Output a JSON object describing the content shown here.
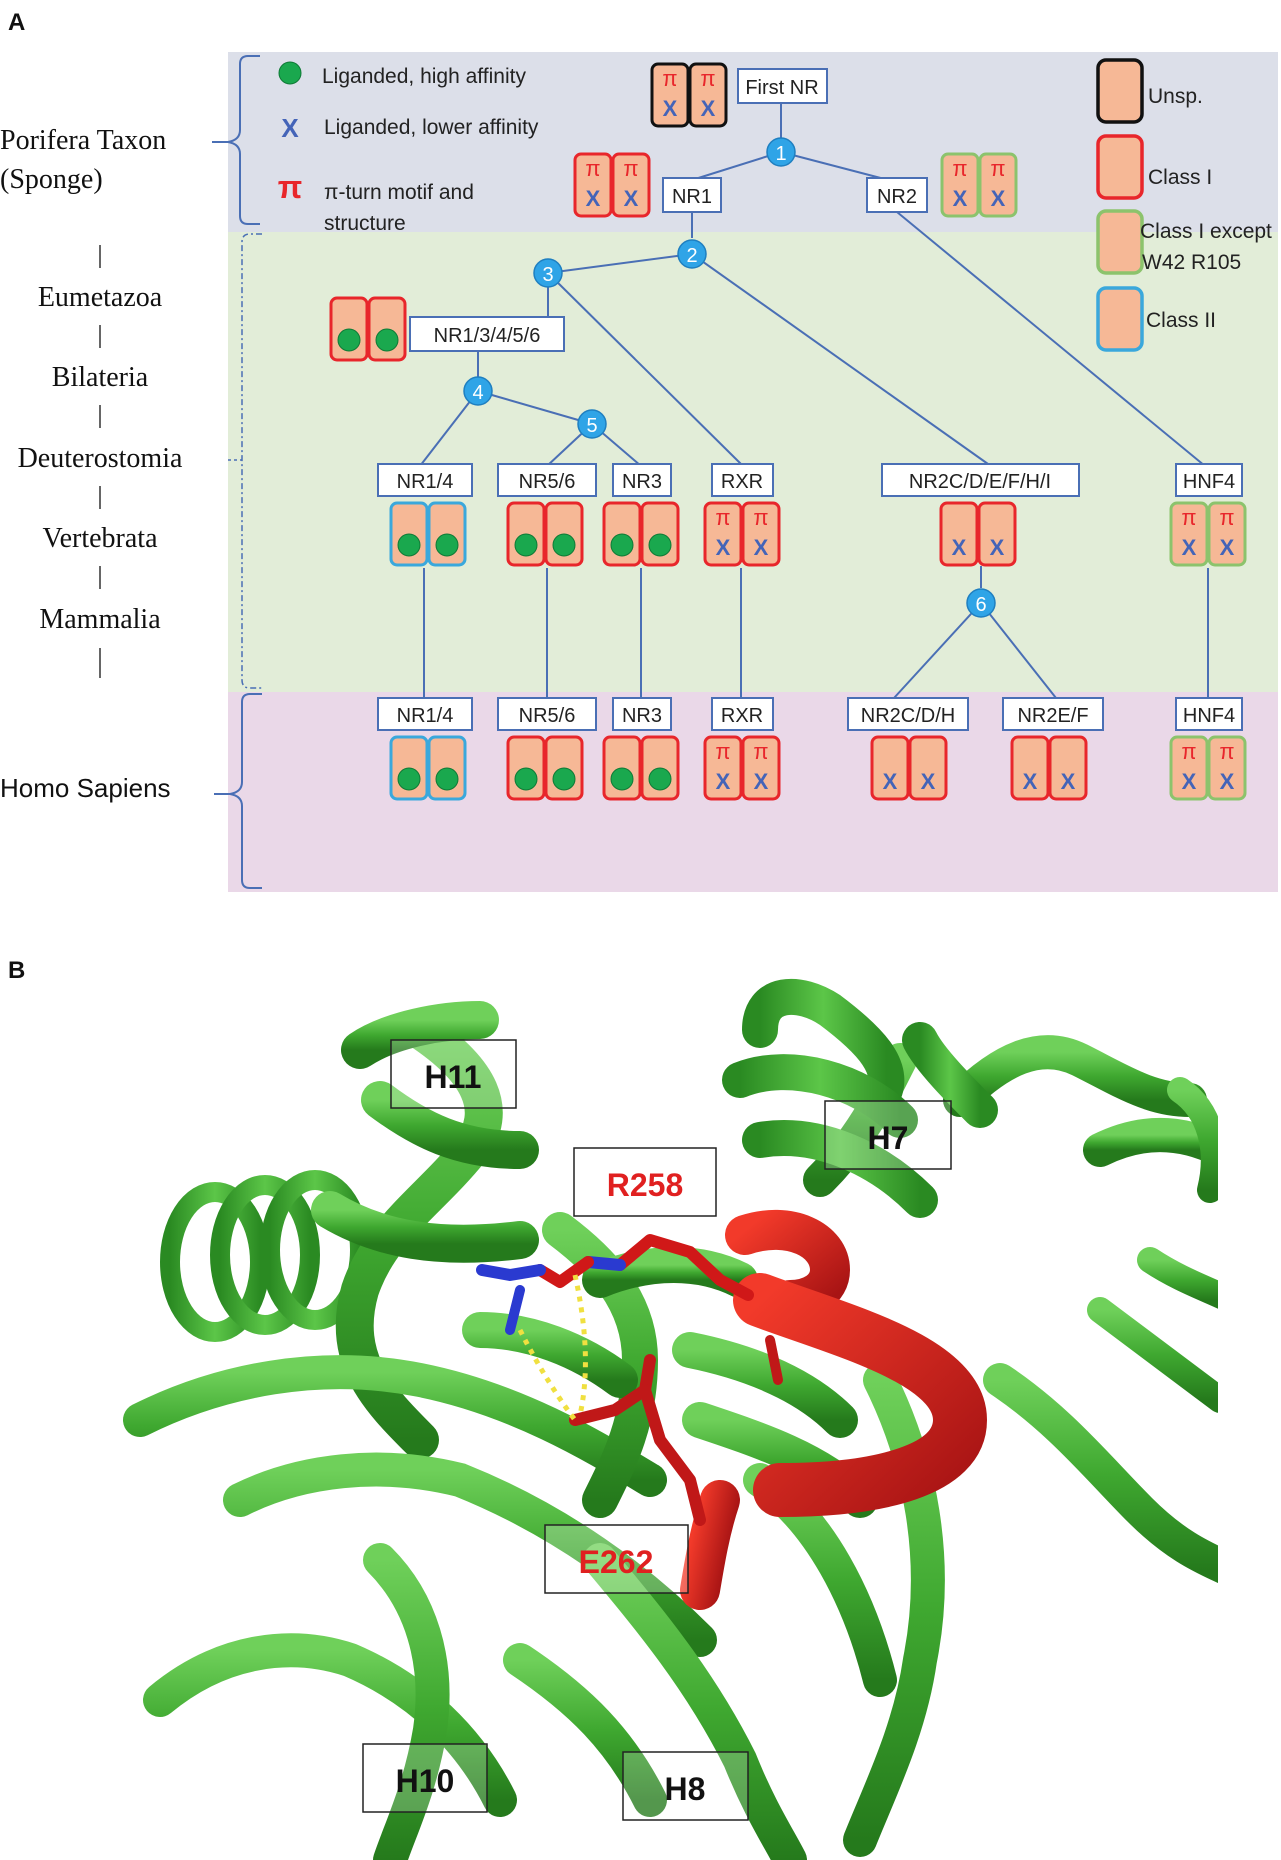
{
  "panels": {
    "a": "A",
    "b": "B"
  },
  "taxa": {
    "porifera_line1": "Porifera Taxon",
    "porifera_line2": "(Sponge)",
    "eumetazoa": "Eumetazoa",
    "bilateria": "Bilateria",
    "deuterostomia": "Deuterostomia",
    "vertebrata": "Vertebrata",
    "mammalia": "Mammalia",
    "homo": "Homo Sapiens"
  },
  "legend": {
    "high_affinity": "Liganded, high affinity",
    "lower_affinity": "Liganded, lower affinity",
    "pi_line1": "π-turn motif and",
    "pi_line2": "structure",
    "unsp": "Unsp.",
    "class1": "Class I",
    "class1_except_line1": "Class I except",
    "class1_except_line2": "W42 R105",
    "class2": "Class II"
  },
  "symbols": {
    "pi": "π",
    "x": "X"
  },
  "colors": {
    "band_porifera": "#dcdfe9",
    "band_middle": "#e2edd8",
    "band_homo": "#ead8e8",
    "box_fill": "#f6b896",
    "class1": "#e8262b",
    "class1_except": "#8cc36c",
    "class2": "#3aa8dc",
    "unsp": "#111111",
    "node": "#2fa4e7",
    "line": "#4a6fb5",
    "green_dot": "#1aa84e",
    "x_blue": "#4464b8",
    "protein_green": "#46b03a",
    "protein_red": "#e02020"
  },
  "nodes": {
    "first_nr": "First NR",
    "nr1": "NR1",
    "nr2": "NR2",
    "nr1_3_4_5_6": "NR1/3/4/5/6",
    "nr1_4": "NR1/4",
    "nr5_6": "NR5/6",
    "nr3": "NR3",
    "rxr": "RXR",
    "nr2_group": "NR2C/D/E/F/H/I",
    "hnf4": "HNF4",
    "nr2cdh": "NR2C/D/H",
    "nr2ef": "NR2E/F"
  },
  "branch_points": [
    "1",
    "2",
    "3",
    "4",
    "5",
    "6"
  ],
  "structure_labels": {
    "h11": "H11",
    "h7": "H7",
    "r258": "R258",
    "e262": "E262",
    "h10": "H10",
    "h8": "H8"
  }
}
